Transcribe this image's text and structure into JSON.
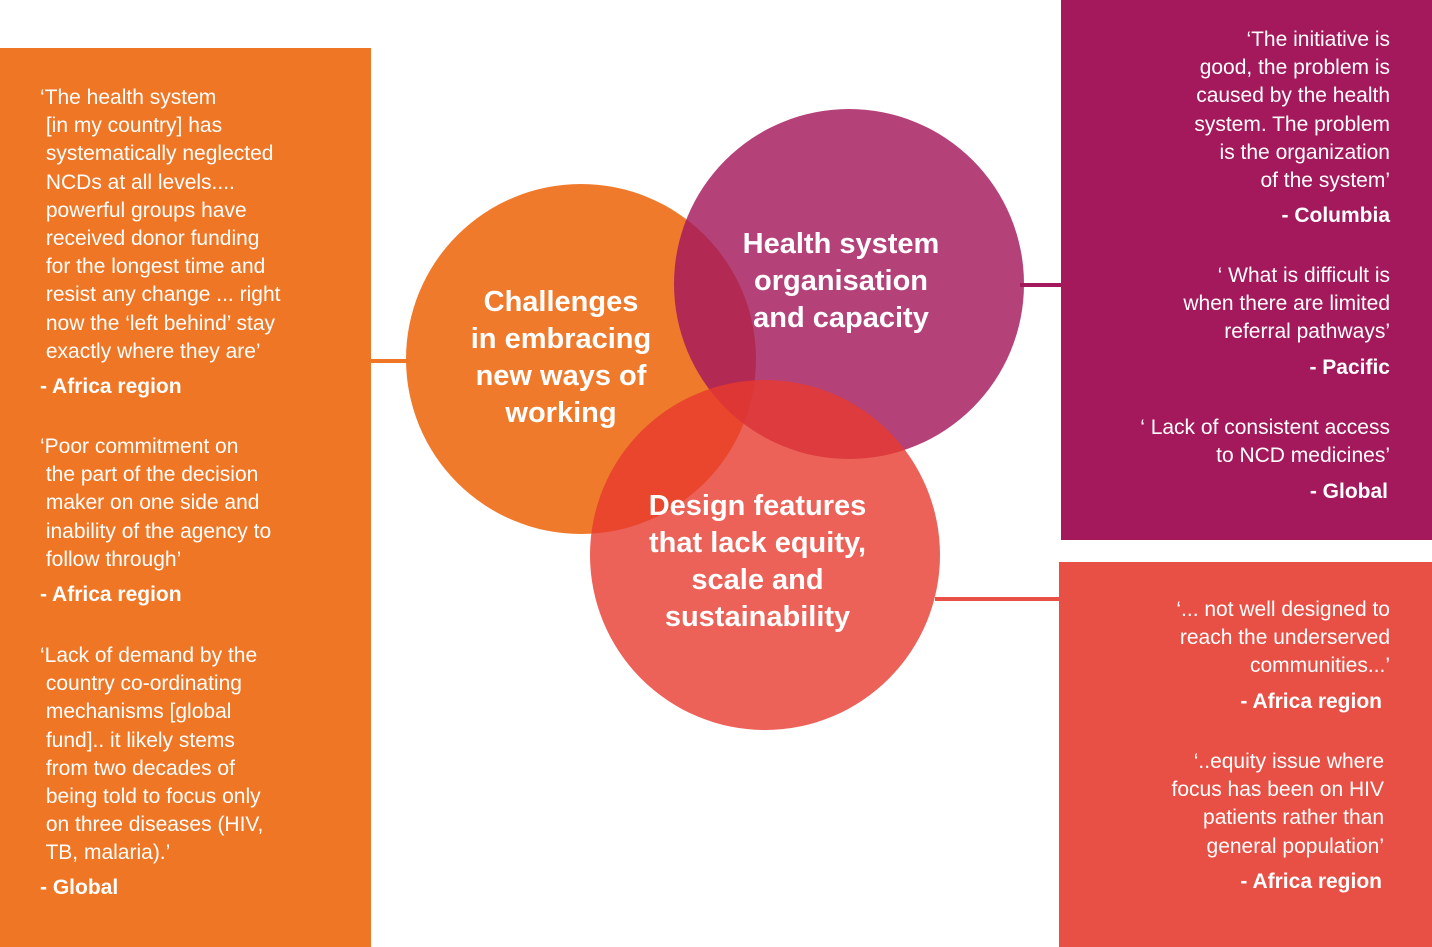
{
  "colors": {
    "orange": "#ef7625",
    "purple": "#a3195b",
    "red": "#e85045"
  },
  "circles": {
    "challenges": "Challenges\nin embracing\nnew ways of\nworking",
    "health_system": "Health system\norganisation\nand capacity",
    "design": "Design features\nthat lack equity,\nscale and\nsustainability"
  },
  "left_panel": {
    "quotes": [
      {
        "text": "‘The health system\n [in my country] has\n systematically neglected\n NCDs at all levels....\n powerful groups have\n received donor funding\n for the longest time and\n resist any change ... right\n now the ‘left behind’ stay\n exactly where they are’",
        "attribution": "- Africa region"
      },
      {
        "text": "‘Poor commitment on\n the part of the decision\n maker on one side and\n inability of the agency to\n follow through’",
        "attribution": "- Africa region"
      },
      {
        "text": "‘Lack of demand by the\n country co-ordinating\n mechanisms [global\n fund].. it likely stems\n from two decades of\n being told to focus only\n on three diseases (HIV,\n TB, malaria).’",
        "attribution": "- Global"
      }
    ]
  },
  "top_right_panel": {
    "quotes": [
      {
        "text": "‘The initiative is\ngood, the problem is\ncaused by the health\nsystem. The problem\nis the organization\nof the system’",
        "attribution": "- Columbia"
      },
      {
        "text": "‘ What is difficult is\nwhen there are limited\nreferral pathways’",
        "attribution": "- Pacific"
      },
      {
        "text": "‘ Lack of consistent access\nto NCD medicines’",
        "attribution": "- Global"
      }
    ]
  },
  "bottom_right_panel": {
    "quotes": [
      {
        "text": "‘... not well designed to\nreach the underserved\ncommunities...’",
        "attribution": "- Africa region"
      },
      {
        "text": "‘..equity issue where\nfocus has been on HIV\npatients rather than\ngeneral population’",
        "attribution": "- Africa region"
      }
    ]
  }
}
